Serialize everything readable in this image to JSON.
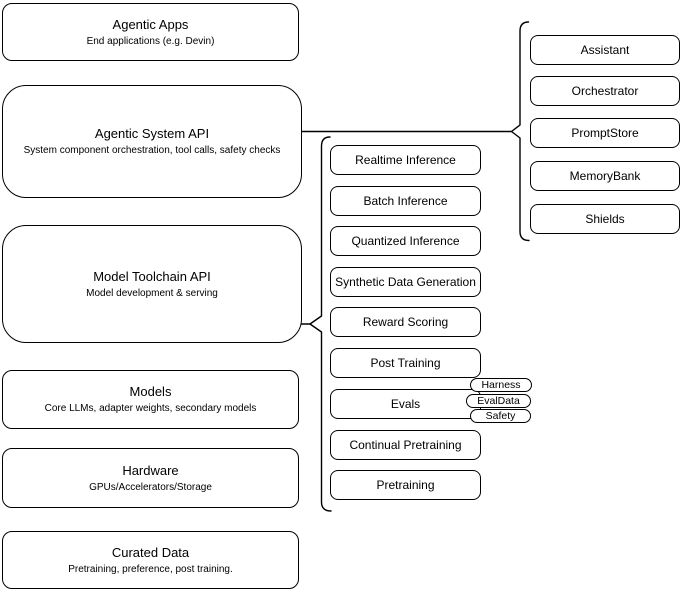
{
  "diagram": {
    "colors": {
      "stroke": "#000000",
      "background": "#ffffff",
      "text": "#000000"
    },
    "layers": [
      {
        "title": "Agentic Apps",
        "subtitle": "End applications (e.g. Devin)"
      },
      {
        "title": "Agentic System API",
        "subtitle": "System component orchestration, tool calls, safety checks"
      },
      {
        "title": "Model Toolchain API",
        "subtitle": "Model development & serving"
      },
      {
        "title": "Models",
        "subtitle": "Core LLMs, adapter weights, secondary models"
      },
      {
        "title": "Hardware",
        "subtitle": "GPUs/Accelerators/Storage"
      },
      {
        "title": "Curated Data",
        "subtitle": "Pretraining, preference, post training."
      }
    ],
    "toolchain": {
      "items": [
        "Realtime Inference",
        "Batch Inference",
        "Quantized Inference",
        "Synthetic Data Generation",
        "Reward Scoring",
        "Post Training",
        "Evals",
        "Continual Pretraining",
        "Pretraining"
      ],
      "evals_tags": [
        "Harness",
        "EvalData",
        "Safety"
      ]
    },
    "system": {
      "items": [
        "Assistant",
        "Orchestrator",
        "PromptStore",
        "MemoryBank",
        "Shields"
      ]
    }
  }
}
